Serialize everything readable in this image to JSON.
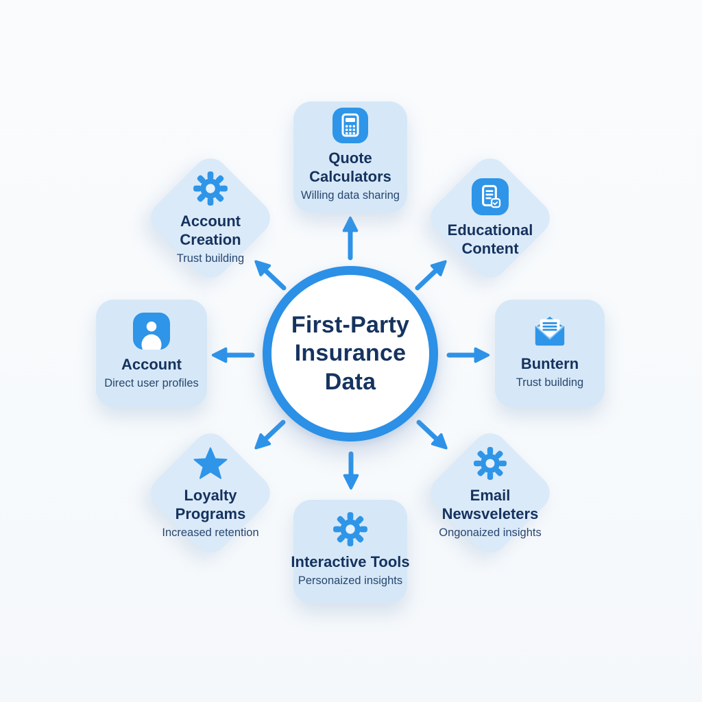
{
  "diagram_title": "First-Party Insurance Data hub diagram",
  "center": {
    "label": "First-Party Insurance Data"
  },
  "nodes": [
    {
      "id": "quote-calculators",
      "shape": "rounded-square",
      "position": "top",
      "icon": "calculator-icon",
      "title": "Quote Calculators",
      "subtitle": "Willing data sharing"
    },
    {
      "id": "account-creation",
      "shape": "diamond",
      "position": "top-left",
      "icon": "gear-icon",
      "title": "Account Creation",
      "subtitle": "Trust building"
    },
    {
      "id": "educational-content",
      "shape": "diamond",
      "position": "top-right",
      "icon": "document-icon",
      "title": "Educational Content",
      "subtitle": ""
    },
    {
      "id": "account",
      "shape": "rounded-square",
      "position": "left",
      "icon": "user-icon",
      "title": "Account",
      "subtitle": "Direct user profiles"
    },
    {
      "id": "buntern",
      "shape": "rounded-square",
      "position": "right",
      "icon": "open-envelope-icon",
      "title": "Buntern",
      "subtitle": "Trust building"
    },
    {
      "id": "loyalty-programs",
      "shape": "diamond",
      "position": "bottom-left",
      "icon": "star-icon",
      "title": "Loyalty Programs",
      "subtitle": "Increased retention"
    },
    {
      "id": "email-newsveleters",
      "shape": "diamond",
      "position": "bottom-right",
      "icon": "gear-icon",
      "title": "Email Newsveleters",
      "subtitle": "Ongonaized insights"
    },
    {
      "id": "interactive-tools",
      "shape": "rounded-square",
      "position": "bottom",
      "icon": "gear-icon",
      "title": "Interactive Tools",
      "subtitle": "Personaized insights"
    }
  ],
  "arrows": {
    "direction": "outward-from-center",
    "count": 8
  },
  "colors": {
    "accent_blue": "#2b90e6",
    "arrow_blue": "#2e93e8",
    "icon_blue": "#2e95e8",
    "square_fill": "#d6e8f7",
    "diamond_fill": "#dbeaf8",
    "title_text": "#15325e",
    "subtitle_text": "#28466f",
    "background": "#f8fafc"
  }
}
